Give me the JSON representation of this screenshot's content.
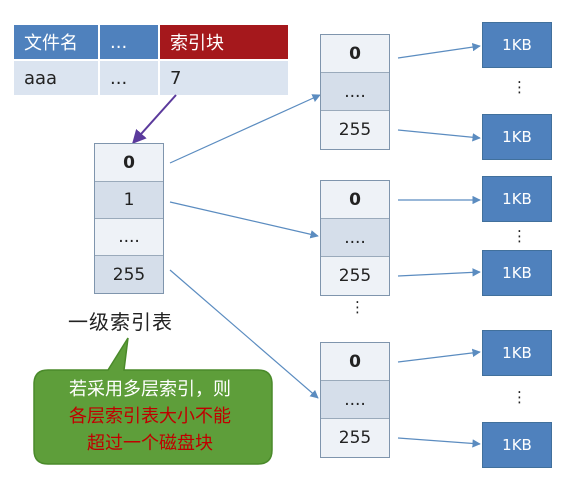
{
  "directory": {
    "headers": [
      "文件名",
      "...",
      "索引块"
    ],
    "row": [
      "aaa",
      "...",
      "7"
    ]
  },
  "first_index": {
    "cells": [
      "0",
      "1",
      "....",
      "255"
    ],
    "caption": "一级索引表"
  },
  "second_indexes": [
    {
      "cells": [
        "0",
        "....",
        "255"
      ]
    },
    {
      "cells": [
        "0",
        "....",
        "255"
      ]
    },
    {
      "cells": [
        "0",
        "....",
        "255"
      ]
    }
  ],
  "blocks": {
    "label": "1KB"
  },
  "note": {
    "line1": "若采用多层索引，则",
    "line2": "各层索引表大小不能",
    "line3": "超过一个磁盘块"
  },
  "colors": {
    "header_blue": "#4f81bd",
    "header_red": "#a5181c",
    "note_green": "#5e9e3a",
    "note_red_text": "#c00000"
  }
}
